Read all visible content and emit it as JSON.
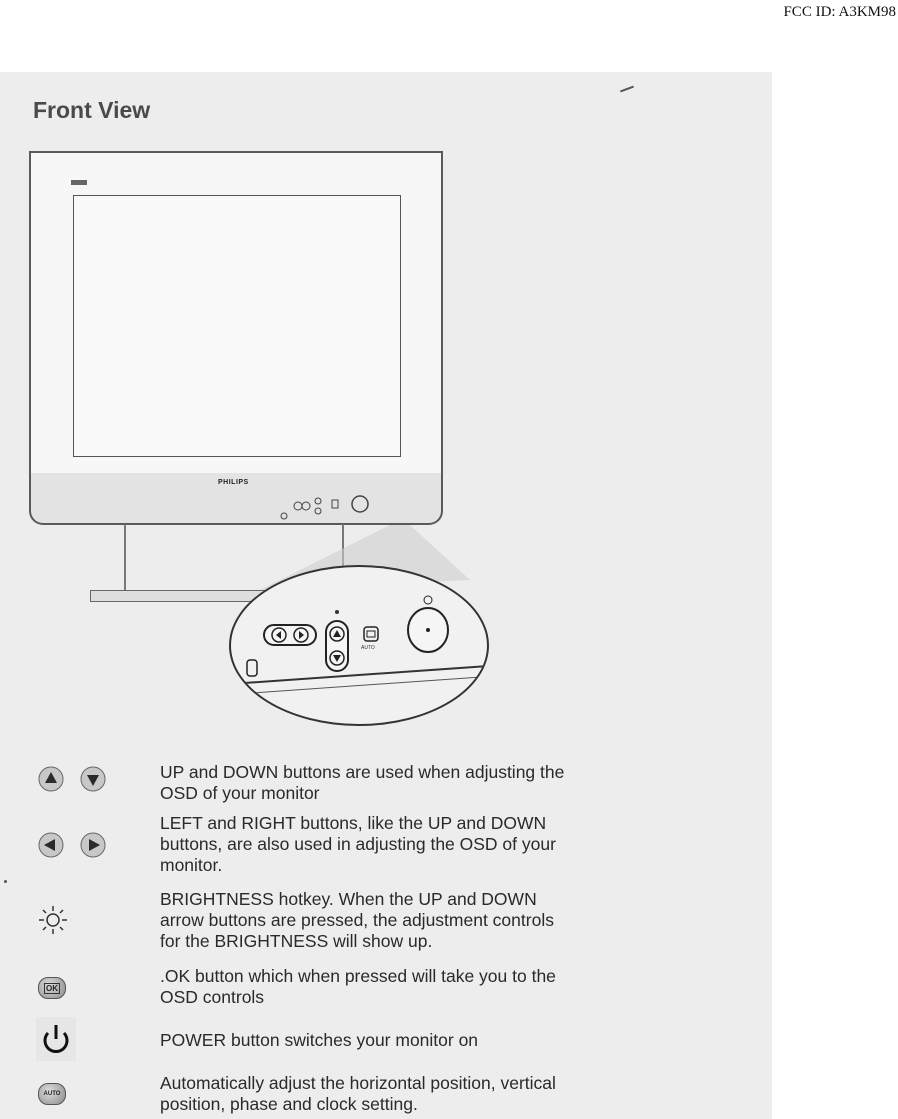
{
  "header": {
    "fcc_id": "FCC ID: A3KM98"
  },
  "section": {
    "title": "Front View"
  },
  "monitor": {
    "brand": "PHILIPS",
    "zoom_auto_label": "AUTO"
  },
  "controls": [
    {
      "icon": "up-down-arrow-icon",
      "text_line1": "UP and DOWN buttons are used when adjusting the",
      "text_line2": "OSD of your monitor",
      "text_line3": ""
    },
    {
      "icon": "left-right-arrow-icon",
      "text_line1": "LEFT and RIGHT buttons, like the UP and DOWN",
      "text_line2": "buttons, are also used in adjusting the OSD of your",
      "text_line3": "monitor."
    },
    {
      "icon": "brightness-icon",
      "text_line1": "BRIGHTNESS hotkey. When the UP and DOWN",
      "text_line2": "arrow buttons are pressed, the adjustment controls",
      "text_line3": "for the BRIGHTNESS will show up."
    },
    {
      "icon": "ok-button-icon",
      "icon_label": "OK",
      "text_line1": ".OK button which when pressed will take you to the",
      "text_line2": "OSD controls",
      "text_line3": ""
    },
    {
      "icon": "power-icon",
      "text_line1": "POWER button switches your monitor on",
      "text_line2": "",
      "text_line3": ""
    },
    {
      "icon": "auto-button-icon",
      "icon_label": "AUTO",
      "text_line1": "Automatically adjust the horizontal position, vertical",
      "text_line2": "position, phase and clock setting.",
      "text_line3": ""
    }
  ]
}
